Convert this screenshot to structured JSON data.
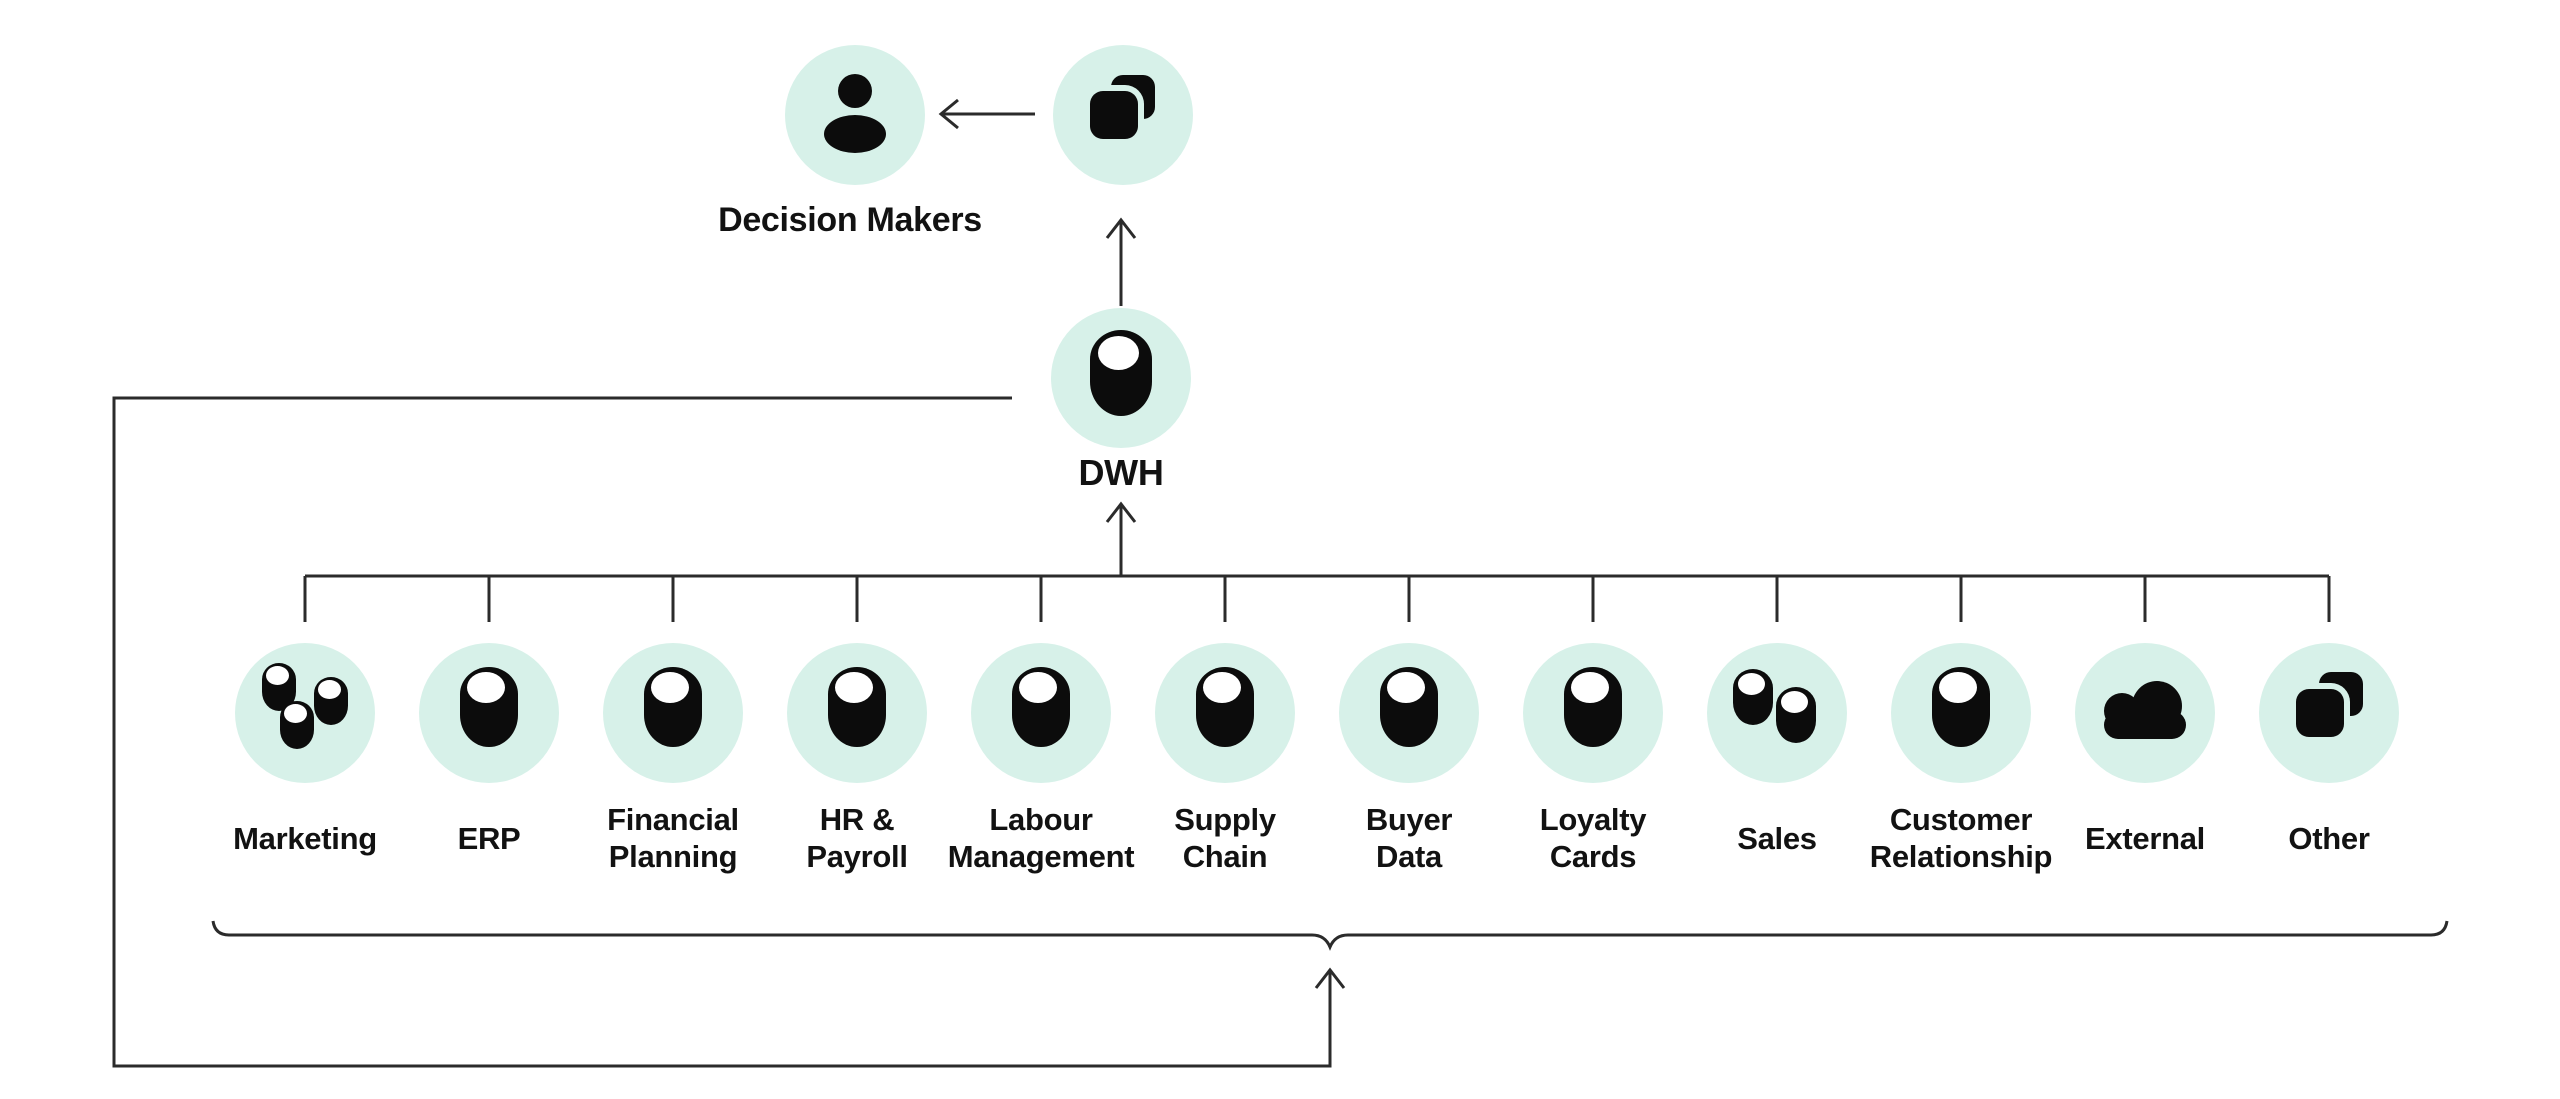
{
  "palette": {
    "circle_bg": "#d7f1e9",
    "icon": "#0c0c0c",
    "line": "#2b2b2b",
    "text": "#121212",
    "canvas_bg": "#ffffff"
  },
  "top": {
    "decision_makers": {
      "label": "Decision Makers",
      "icon": "person-icon"
    },
    "reports": {
      "icon": "copy-icon"
    }
  },
  "dwh": {
    "label": "DWH",
    "icon": "database-icon"
  },
  "sources": [
    {
      "label": [
        "Marketing"
      ],
      "icon": "three-databases-icon"
    },
    {
      "label": [
        "ERP"
      ],
      "icon": "database-icon"
    },
    {
      "label": [
        "Financial",
        "Planning"
      ],
      "icon": "database-icon"
    },
    {
      "label": [
        "HR &",
        "Payroll"
      ],
      "icon": "database-icon"
    },
    {
      "label": [
        "Labour",
        "Management"
      ],
      "icon": "database-icon"
    },
    {
      "label": [
        "Supply",
        "Chain"
      ],
      "icon": "database-icon"
    },
    {
      "label": [
        "Buyer",
        "Data"
      ],
      "icon": "database-icon"
    },
    {
      "label": [
        "Loyalty",
        "Cards"
      ],
      "icon": "database-icon"
    },
    {
      "label": [
        "Sales"
      ],
      "icon": "two-databases-icon"
    },
    {
      "label": [
        "Customer",
        "Relationship"
      ],
      "icon": "database-icon"
    },
    {
      "label": [
        "External"
      ],
      "icon": "cloud-icon"
    },
    {
      "label": [
        "Other"
      ],
      "icon": "copy-icon"
    }
  ]
}
